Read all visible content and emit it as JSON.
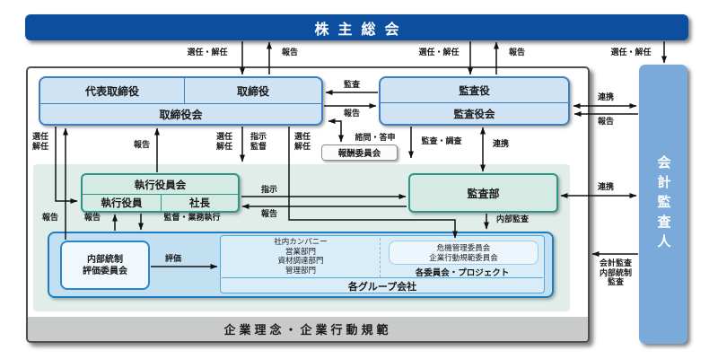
{
  "boxes": {
    "shareholders_meeting": "株主総会",
    "representative_director": "代表取締役",
    "directors": "取締役",
    "board_of_directors": "取締役会",
    "auditors": "監査役",
    "board_of_auditors": "監査役会",
    "compensation_committee": "報酬委員会",
    "executive_officers_committee": "執行役員会",
    "executive_officers": "執行役員",
    "president": "社長",
    "audit_department": "監査部",
    "internal_control_committee": "内部統制\n評価委員会",
    "accounting_auditor": "会計監査人",
    "philosophy_bar": "企業理念・企業行動規範"
  },
  "group_area": {
    "internal_companies": "社内カンパニー\n営業部門\n資材調達部門\n管理部門",
    "committees": "危機管理委員会\n企業行動規範委員会",
    "committees_label": "各委員会・プロジェクト",
    "group_label": "各グループ会社"
  },
  "labels": {
    "elect_dismiss_directors": "選任・解任",
    "report_directors": "報告",
    "elect_dismiss_auditors": "選任・解任",
    "report_auditors": "報告",
    "elect_dismiss_accounting": "選任・解任",
    "audit": "監査",
    "report_to_auditors": "報告",
    "cooperation_top": "連携",
    "report_from_accounting": "報告",
    "cooperation_mid": "連携",
    "accounting_internal_audit": "会計監査\n内部統制\n監査",
    "consult_reply": "諮問・答申",
    "audit_investigation": "監査・調査",
    "cooperation_audit_dept": "連携",
    "elect_dismiss_exec": "選任\n解任",
    "report_exec_board": "報告",
    "elect_dismiss_mid": "選任\n解任",
    "instruct_supervise": "指示\n監督",
    "elect_dismiss_committee": "選任\n解任",
    "report_internal_control": "報告",
    "instruction": "指示",
    "report_to_president": "報告",
    "report_from_group": "報告",
    "supervise_execute": "監督・業務執行",
    "internal_audit": "内部監査",
    "evaluation": "評価"
  },
  "colors": {
    "primary_blue": "#0d4f9e",
    "light_blue_fill": "#cfe3f4",
    "blue_border": "#3f7fbf",
    "teal_border": "#2f9488",
    "teal_fill": "#d5eae2",
    "group_blue_border": "#1b7ec2",
    "accountant_blue": "#79aada",
    "green_zone": "#e0ede8",
    "gray_bar": "#c9caca"
  }
}
